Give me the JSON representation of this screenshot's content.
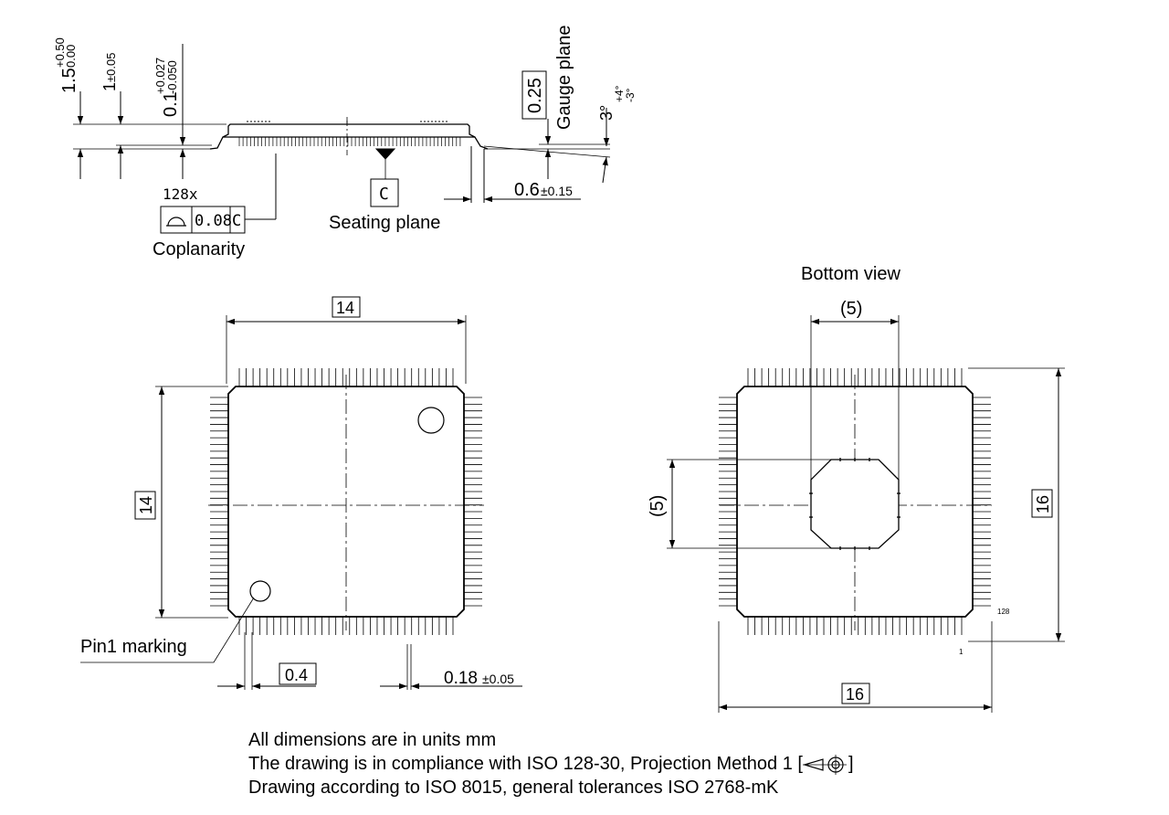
{
  "side_view": {
    "height_total": "1.5",
    "height_total_tol_upper": "+0.50",
    "height_total_tol_lower": "0.00",
    "body_thickness": "1",
    "body_thickness_tol": "±0.05",
    "standoff": "0.1",
    "standoff_tol_upper": "+0.027",
    "standoff_tol_lower": "-0.050",
    "gauge_value": "0.25",
    "gauge_label": "Gauge plane",
    "angle": "3°",
    "angle_tol_upper": "+4°",
    "angle_tol_lower": "-3°",
    "foot_length": "0.6",
    "foot_length_tol": "±0.15",
    "datum": "C",
    "seating_plane_label": "Seating plane",
    "pin_count_label": "128x",
    "coplanarity_value": "0.08",
    "coplanarity_datum": "C",
    "coplanarity_label": "Coplanarity"
  },
  "top_view": {
    "width": "14",
    "height": "14",
    "pitch": "0.4",
    "lead_width": "0.18",
    "lead_width_tol": "±0.05",
    "pin1_label": "Pin1 marking"
  },
  "bottom_view": {
    "title": "Bottom view",
    "pad_width": "(5)",
    "pad_height": "(5)",
    "overall_width": "16",
    "overall_height": "16",
    "pin_128_label": "128",
    "pin_1_label": "1"
  },
  "notes": [
    "All dimensions are in units mm",
    "The drawing is in compliance with ISO 128-30, Projection Method 1 [",
    "]",
    "Drawing according to ISO 8015, general tolerances ISO 2768-mK"
  ]
}
